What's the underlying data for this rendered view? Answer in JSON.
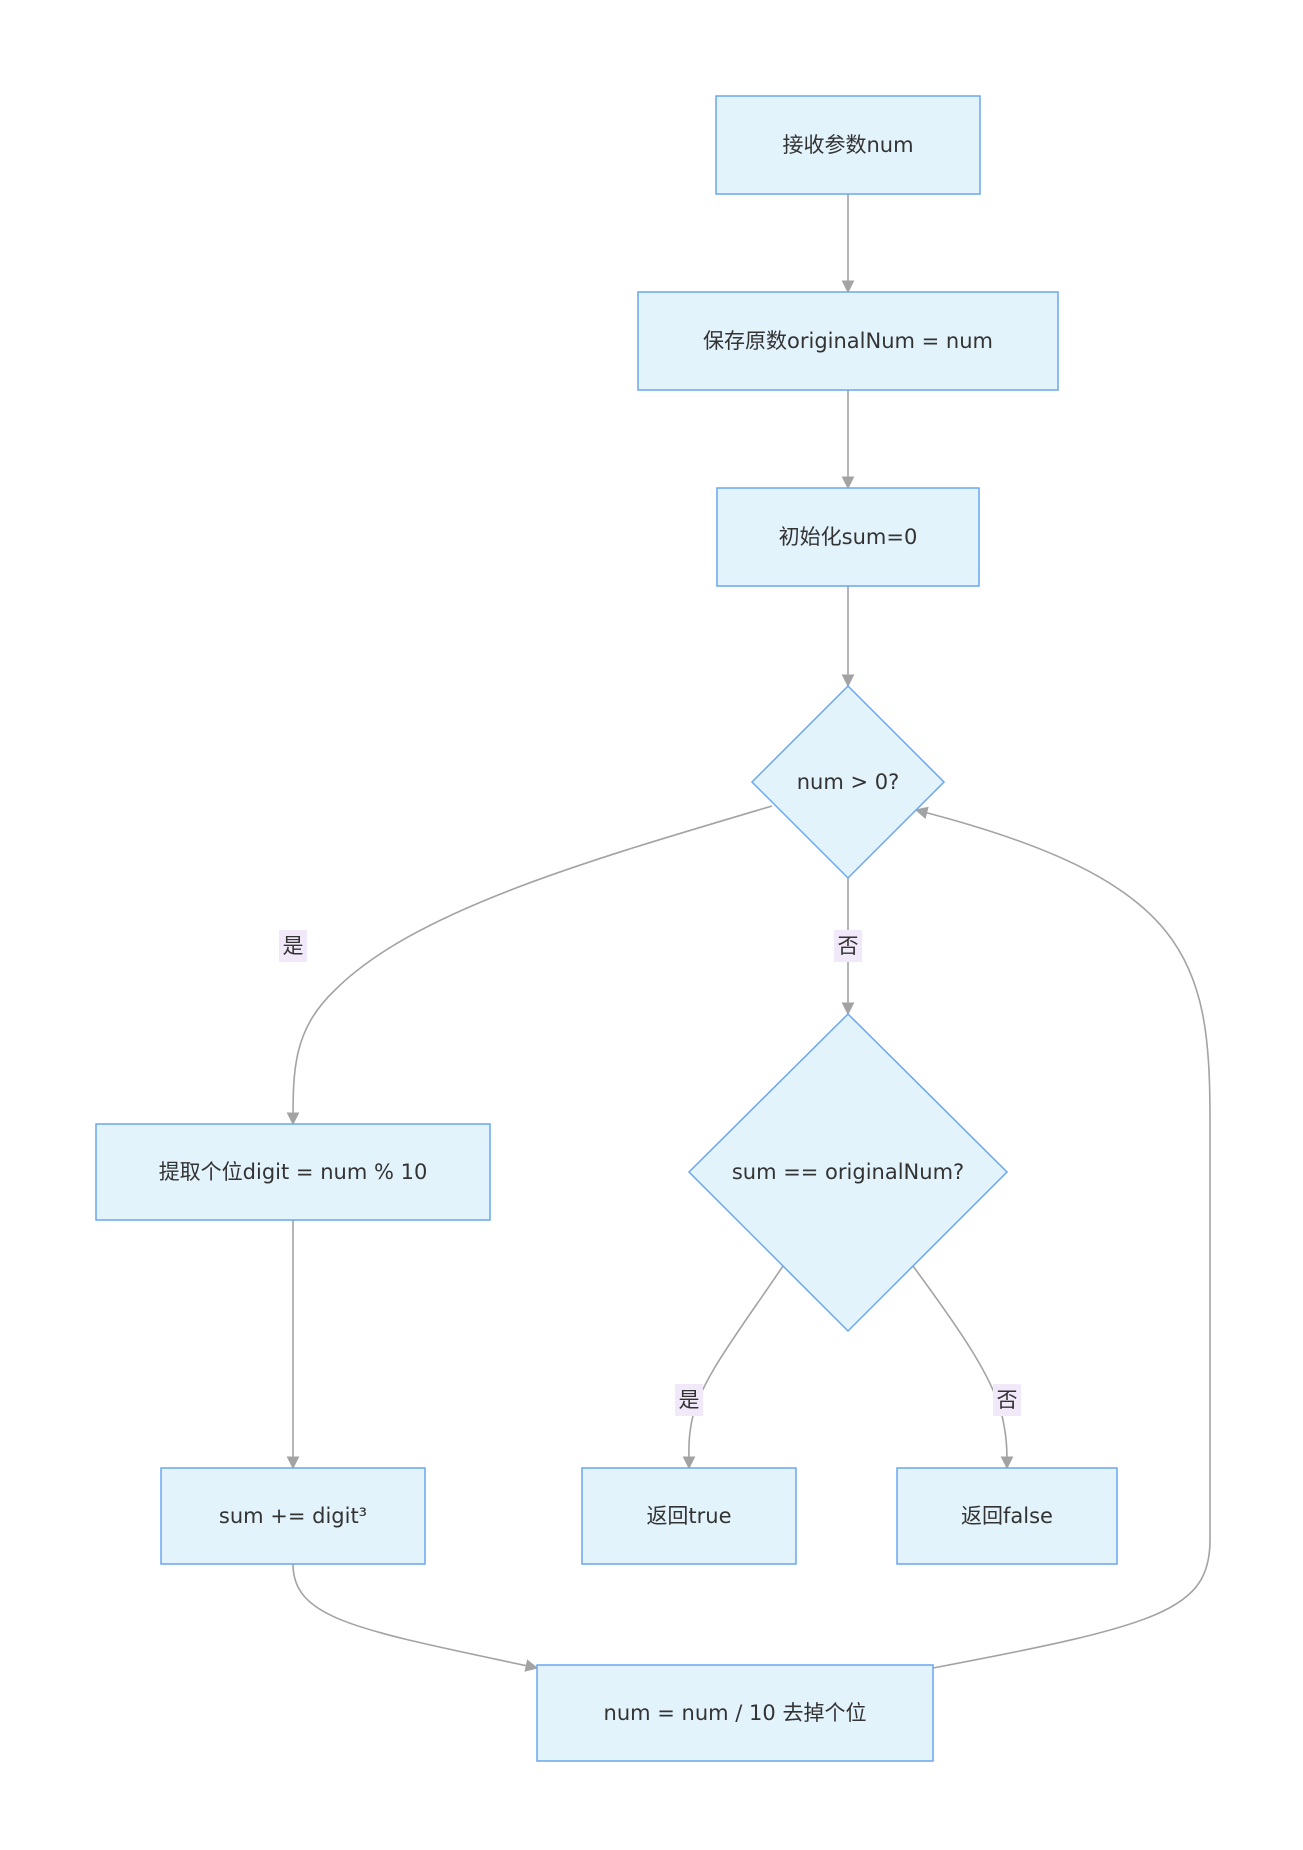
{
  "nodes": {
    "receive_param": "接收参数num",
    "save_original": "保存原数originalNum = num",
    "init_sum": "初始化sum=0",
    "check_num": "num > 0?",
    "extract_digit": "提取个位digit = num % 10",
    "check_equal": "sum == originalNum?",
    "add_cube": "sum += digit³",
    "return_true": "返回true",
    "return_false": "返回false",
    "drop_digit": "num = num / 10 去掉个位"
  },
  "edge_labels": {
    "check_num_yes": "是",
    "check_num_no": "否",
    "check_equal_yes": "是",
    "check_equal_no": "否"
  },
  "colors": {
    "node_fill": "#e3f3fc",
    "node_stroke": "#6aa7ee",
    "edge": "#a3a3a3",
    "label_bg": "#f1e8fa"
  }
}
